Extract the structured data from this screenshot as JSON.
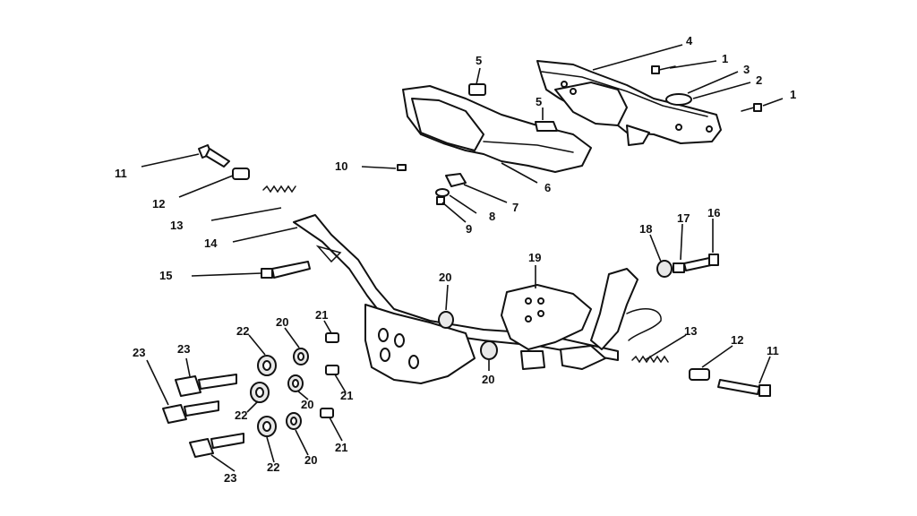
{
  "diagram": {
    "callouts": [
      {
        "label": "1"
      },
      {
        "label": "1"
      },
      {
        "label": "2"
      },
      {
        "label": "3"
      },
      {
        "label": "4"
      },
      {
        "label": "5"
      },
      {
        "label": "5"
      },
      {
        "label": "6"
      },
      {
        "label": "7"
      },
      {
        "label": "8"
      },
      {
        "label": "9"
      },
      {
        "label": "10"
      },
      {
        "label": "11"
      },
      {
        "label": "11"
      },
      {
        "label": "12"
      },
      {
        "label": "12"
      },
      {
        "label": "13"
      },
      {
        "label": "13"
      },
      {
        "label": "14"
      },
      {
        "label": "15"
      },
      {
        "label": "16"
      },
      {
        "label": "17"
      },
      {
        "label": "18"
      },
      {
        "label": "19"
      },
      {
        "label": "20"
      },
      {
        "label": "20"
      },
      {
        "label": "20"
      },
      {
        "label": "20"
      },
      {
        "label": "20"
      },
      {
        "label": "21"
      },
      {
        "label": "21"
      },
      {
        "label": "21"
      },
      {
        "label": "22"
      },
      {
        "label": "22"
      },
      {
        "label": "22"
      },
      {
        "label": "23"
      },
      {
        "label": "23"
      },
      {
        "label": "23"
      }
    ]
  }
}
